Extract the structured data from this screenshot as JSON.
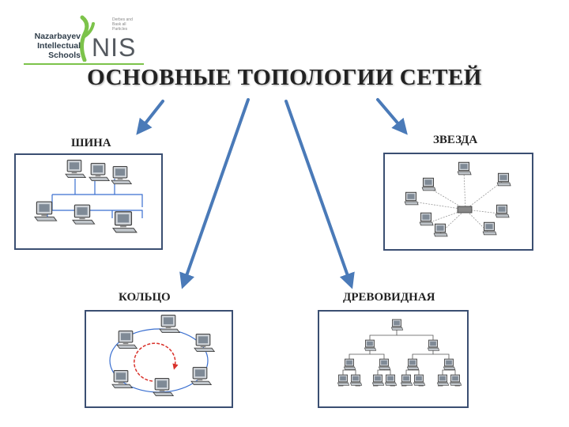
{
  "logo": {
    "line1": "Nazarbayev",
    "line2": "Intellectual",
    "line3": "Schools",
    "mark": "NIS",
    "small_text": [
      "Derbes and",
      "Bask all",
      "Particles"
    ]
  },
  "title": "ОСНОВНЫЕ ТОПОЛОГИИ СЕТЕЙ",
  "topologies": {
    "bus": "ШИНА",
    "star": "ЗВЕЗДА",
    "ring": "КОЛЬЦО",
    "tree": "ДРЕВОВИДНАЯ"
  },
  "colors": {
    "arrow": "#4a7ab8",
    "panel_border": "#3b4f72",
    "logo_green": "#7cc34a",
    "ring_arrow": "#d9322b"
  }
}
